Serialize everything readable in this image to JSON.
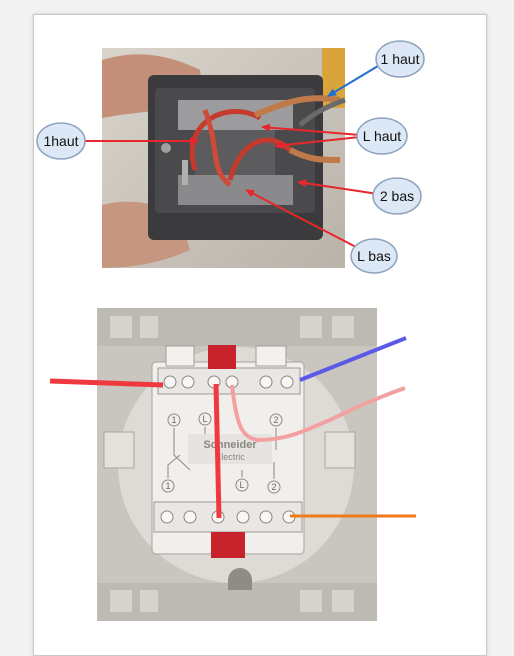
{
  "callouts": {
    "top_right_1_haut": "1 haut",
    "left_1haut": "1haut",
    "l_haut": "L haut",
    "deux_bas": "2 bas",
    "l_bas": "L bas"
  },
  "switch_labels": {
    "brand_line1": "Schneider",
    "brand_line2": "Electric",
    "mark_1_top": "1",
    "mark_L_top": "L",
    "mark_2_top": "2",
    "mark_1_side": "1",
    "mark_L_bottom": "L",
    "mark_2_bottom": "2"
  },
  "colors": {
    "callout_fill": "#dde8f6",
    "callout_stroke": "#8fa3bd",
    "arrow_red": "#e8272c",
    "arrow_blue": "#1f6fd1",
    "wire_red": "#f0393f",
    "wire_blue": "#5a5ae8",
    "wire_pink": "#f2a0a0",
    "wire_orange": "#f07a1a"
  }
}
